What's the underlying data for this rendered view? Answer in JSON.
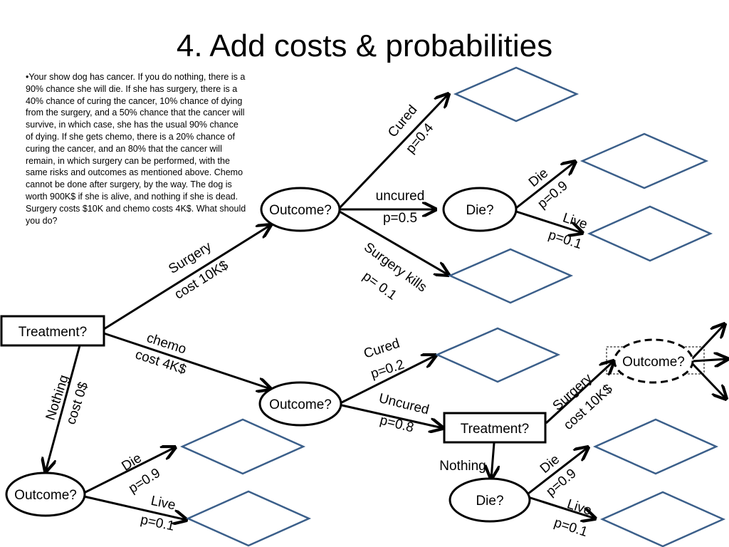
{
  "title": "4.  Add costs & probabilities",
  "problem_text": "•Your show dog has cancer.  If you do nothing, there is a 90% chance she will die.  If she has surgery, there is a 40% chance of curing the cancer, 10% chance of dying from the surgery, and a 50% chance that the cancer will survive, in which case, she has the usual 90% chance of dying.  If she gets chemo, there is a 20% chance of curing the cancer, and an 80% that the cancer will remain, in which surgery can be performed, with the same risks and outcomes as mentioned above.  Chemo cannot be done after surgery, by the way.  The dog is worth 900K$ if she is alive, and nothing if she is dead.  Surgery costs $10K and chemo costs 4K$.  What should you do?",
  "nodes": {
    "treatment_root": "Treatment?",
    "outcome_surgery": "Outcome?",
    "die_surgery": "Die?",
    "outcome_chemo": "Outcome?",
    "treatment_chemo": "Treatment?",
    "outcome_chemo_surgery": "Outcome?",
    "die_nothing_after_chemo": "Die?",
    "outcome_nothing": "Outcome?"
  },
  "edges": {
    "surgery": {
      "line1": "Surgery",
      "line2": "cost  10K$"
    },
    "chemo": {
      "line1": "chemo",
      "line2": "cost 4K$"
    },
    "nothing": {
      "line1": "Nothing",
      "line2": "cost 0$"
    },
    "surgery_cured": {
      "line1": "Cured",
      "line2": "p=0.4"
    },
    "surgery_uncured": {
      "line1": "uncured",
      "line2": "p=0.5"
    },
    "surgery_kills": {
      "line1": "Surgery kills",
      "line2": "p= 0.1"
    },
    "surgery_die": {
      "line1": "Die",
      "line2": "p=0.9"
    },
    "surgery_live": {
      "line1": "Live",
      "line2": "p=0.1"
    },
    "chemo_cured": {
      "line1": "Cured",
      "line2": "p=0.2"
    },
    "chemo_uncured": {
      "line1": "Uncured",
      "line2": "p=0.8"
    },
    "chemo_surgery": {
      "line1": "Surgery",
      "line2": "cost  10K$"
    },
    "chemo_nothing": {
      "line1": "Nothing"
    },
    "chemo_die": {
      "line1": "Die",
      "line2": "p=0.9"
    },
    "chemo_live": {
      "line1": "Live",
      "line2": "p=0.1"
    },
    "nothing_die": {
      "line1": "Die",
      "line2": "p=0.9"
    },
    "nothing_live": {
      "line1": "Live",
      "line2": "p=0.1"
    }
  },
  "colors": {
    "line": "#000000",
    "leaf": "#3b5f8a"
  }
}
